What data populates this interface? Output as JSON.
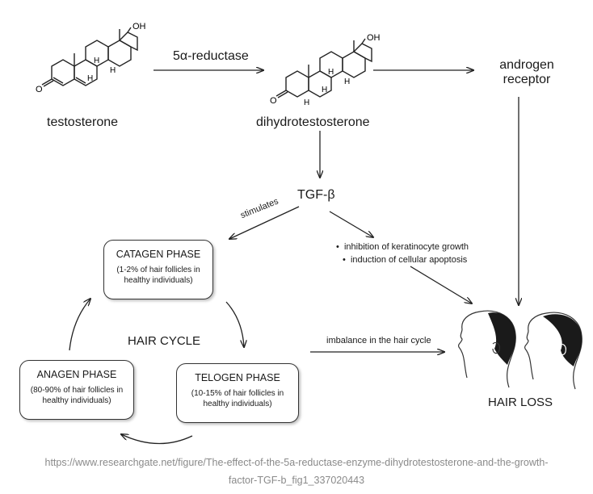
{
  "molecules": {
    "testosterone": "testosterone",
    "dht": "dihydrotestosterone",
    "oh": "OH",
    "h": "H",
    "o": "O"
  },
  "labels": {
    "enzyme": "5α-reductase",
    "receptor_line1": "androgen",
    "receptor_line2": "receptor",
    "tgf": "TGF-β",
    "stimulates": "stimulates",
    "effect1": "inhibition of keratinocyte growth",
    "effect2": "induction of cellular apoptosis",
    "hair_cycle": "HAIR CYCLE",
    "imbalance": "imbalance in the hair cycle",
    "hair_loss": "HAIR LOSS"
  },
  "phases": {
    "catagen": {
      "title": "CATAGEN PHASE",
      "line1": "(1-2% of hair follicles in",
      "line2": "healthy individuals)"
    },
    "anagen": {
      "title": "ANAGEN PHASE",
      "line1": "(80-90% of hair follicles in",
      "line2": "healthy individuals)"
    },
    "telogen": {
      "title": "TELOGEN PHASE",
      "line1": "(10-15% of hair follicles in",
      "line2": "healthy individuals)"
    }
  },
  "footer": {
    "line1": "https://www.researchgate.net/figure/The-effect-of-the-5a-reductase-enzyme-dihydrotestosterone-and-the-growth-",
    "line2": "factor-TGF-b_fig1_337020443"
  }
}
